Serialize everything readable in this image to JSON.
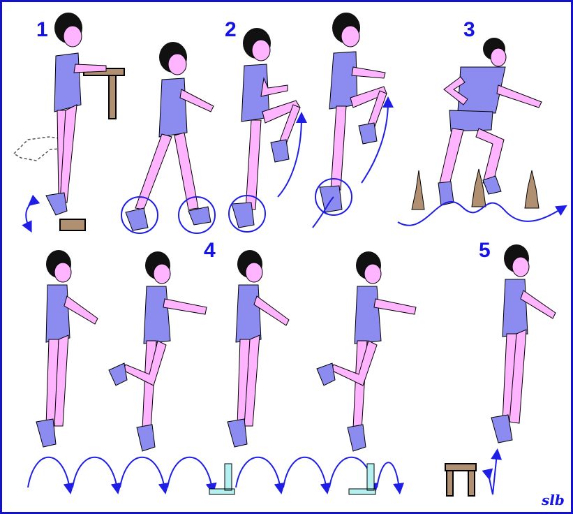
{
  "sections": [
    {
      "number": "1"
    },
    {
      "number": "2"
    },
    {
      "number": "3"
    },
    {
      "number": "4"
    },
    {
      "number": "5"
    }
  ],
  "signature": "slb",
  "colors": {
    "border": "#1212cc",
    "label": "#1414e6",
    "leotard": "#8c8cf0",
    "skin": "#ffb4ff",
    "hair": "#111111",
    "arrow": "#1e1ee6",
    "wood": "#b09070",
    "obstacle": "#b4f0f0"
  }
}
